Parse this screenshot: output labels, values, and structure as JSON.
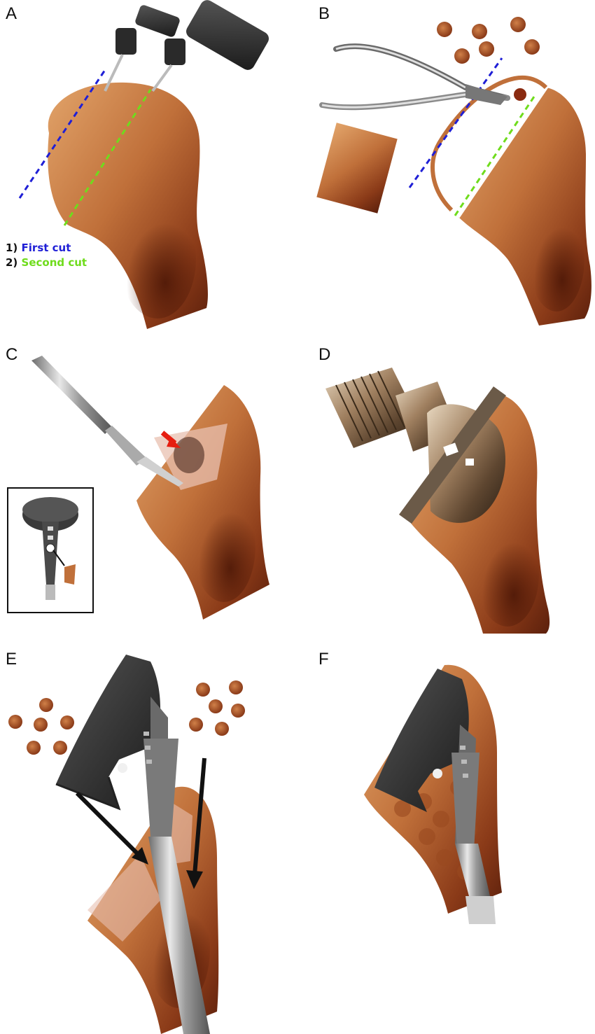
{
  "panels": [
    {
      "letter": "A"
    },
    {
      "letter": "B"
    },
    {
      "letter": "C"
    },
    {
      "letter": "D"
    },
    {
      "letter": "E"
    },
    {
      "letter": "F"
    }
  ],
  "legend": {
    "first": {
      "num": "1)",
      "label": "First cut",
      "color": "#1f1fd6"
    },
    "second": {
      "num": "2)",
      "label": "Second cut",
      "color": "#6fdc1c"
    }
  },
  "colors": {
    "bone": "#c0703a",
    "bone_dark": "#6e2a12",
    "bone_light": "#e6b47c",
    "metal": "#b8b8b8",
    "implant_coating": "#4a4a4a",
    "arrow_red": "#e61e10",
    "arrow_black": "#111111"
  }
}
